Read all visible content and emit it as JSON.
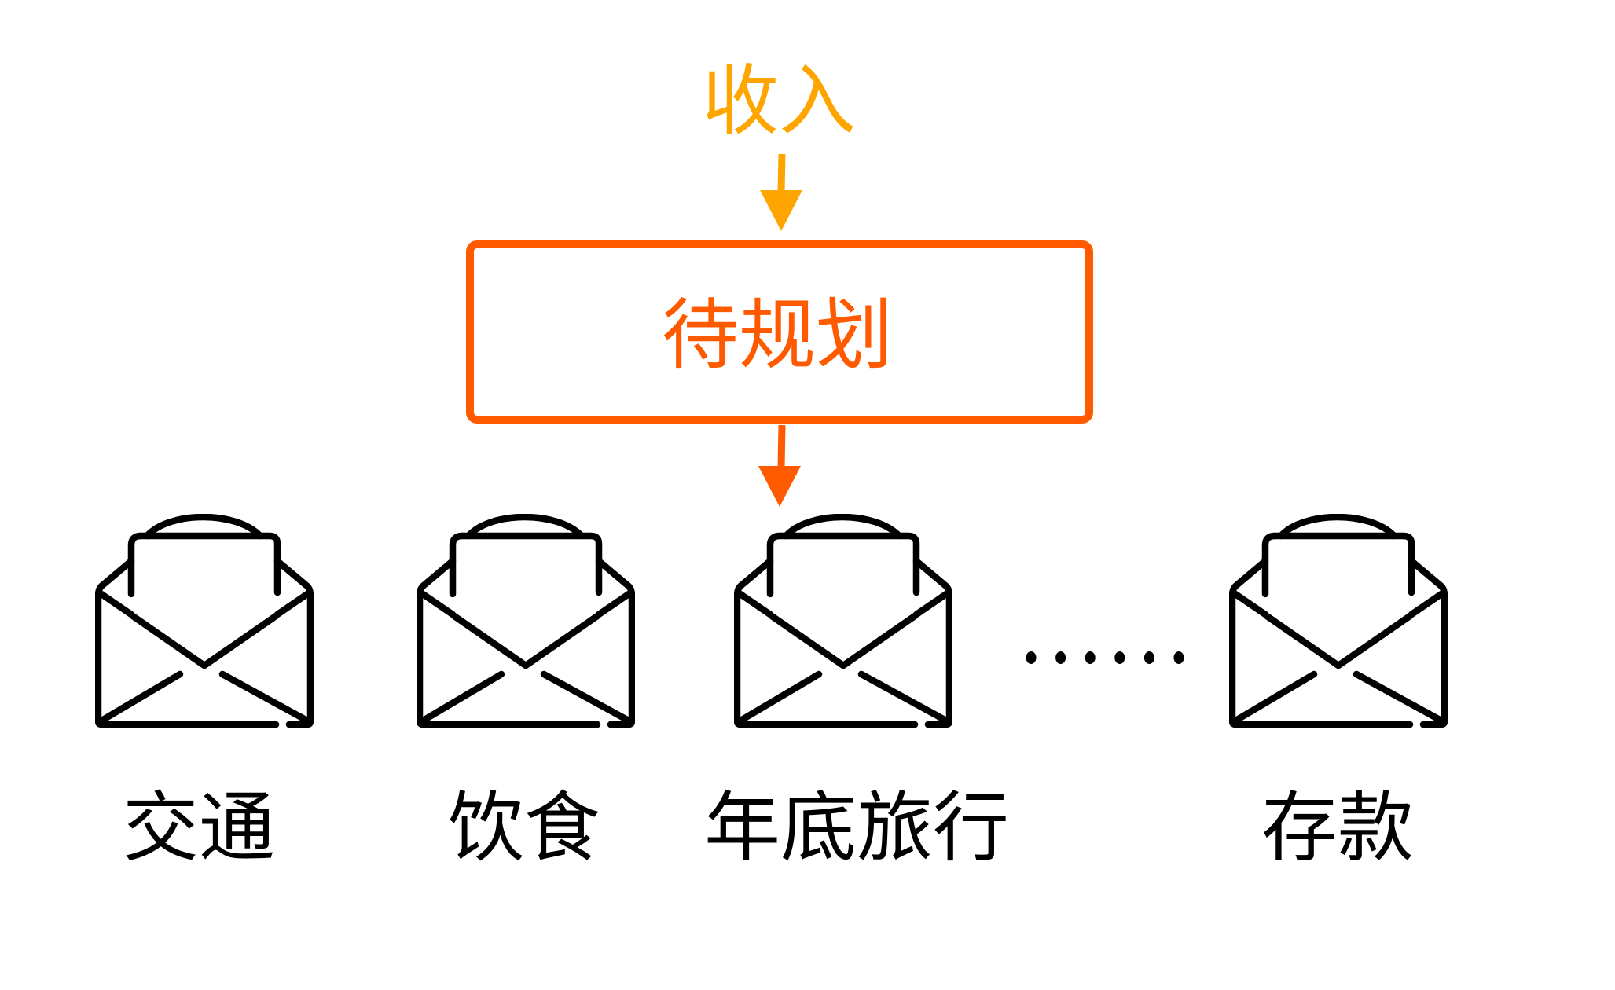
{
  "colors": {
    "income": "#FFA500",
    "pending": "#FF5A00",
    "envelope": "#000000"
  },
  "income": {
    "label": "收入"
  },
  "pending": {
    "label": "待规划"
  },
  "ellipsis": {
    "label": "……"
  },
  "categories": [
    {
      "label": "交通",
      "icon": "envelope-open-icon"
    },
    {
      "label": "饮食",
      "icon": "envelope-open-icon"
    },
    {
      "label": "年底旅行",
      "icon": "envelope-open-icon"
    },
    {
      "label": "存款",
      "icon": "envelope-open-icon"
    }
  ]
}
